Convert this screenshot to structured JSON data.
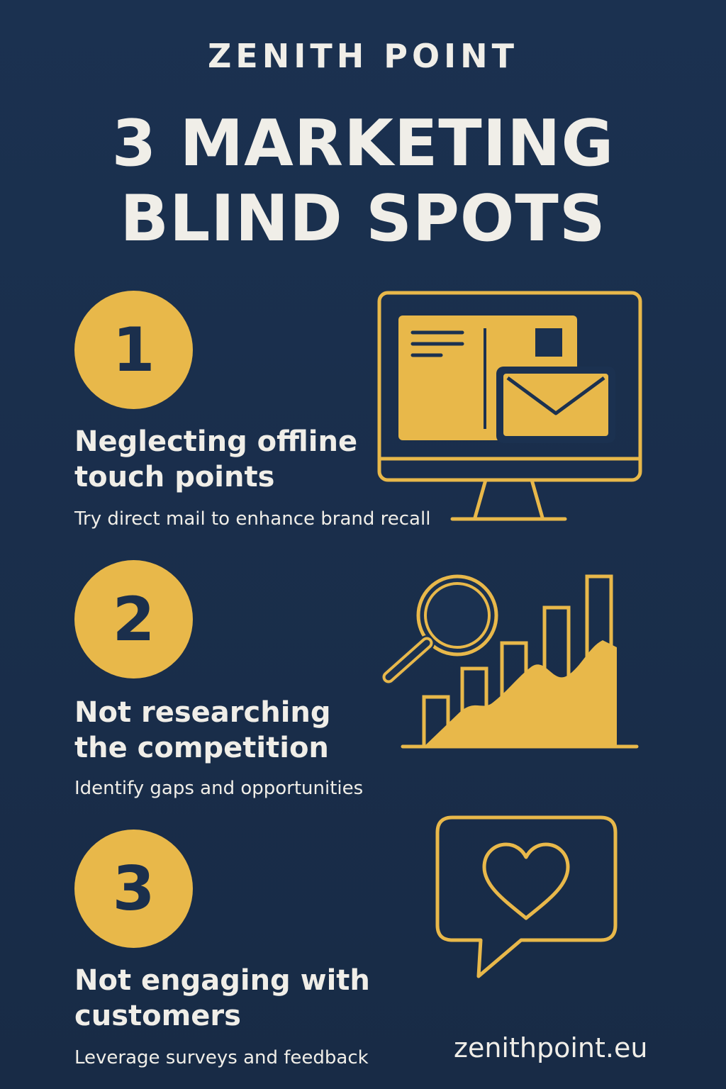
{
  "brand": "ZENITH POINT",
  "headline": {
    "line1": "3 MARKETING",
    "line2": "BLIND SPOTS"
  },
  "items": [
    {
      "number": "1",
      "title_line1": "Neglecting offline",
      "title_line2": "touch points",
      "description": "Try direct mail to enhance brand recall",
      "icon": "monitor-mail-icon"
    },
    {
      "number": "2",
      "title_line1": "Not researching",
      "title_line2": "the competition",
      "description": "Identify gaps and opportunities",
      "icon": "magnifier-chart-icon"
    },
    {
      "number": "3",
      "title_line1": "Not engaging with",
      "title_line2": "customers",
      "description": "Leverage surveys and feedback",
      "icon": "chat-heart-icon"
    }
  ],
  "website": "zenithpoint.eu",
  "colors": {
    "background": "#1b3150",
    "accent": "#e8b84a",
    "text": "#f0eee8"
  }
}
